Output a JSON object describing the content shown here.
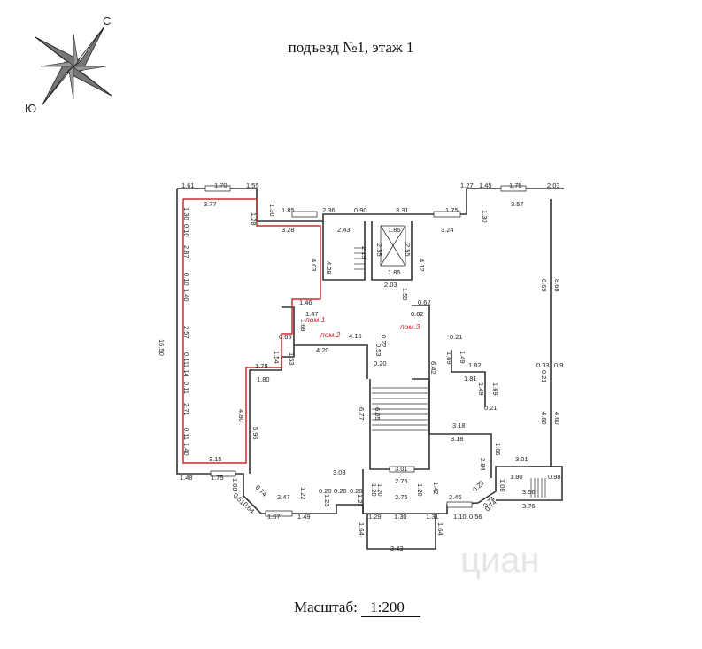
{
  "title": "подъезд №1, этаж 1",
  "compass": {
    "north": "С",
    "south": "Ю"
  },
  "scale": {
    "label": "Масштаб:",
    "value": "1:200"
  },
  "watermark": "циан",
  "rooms": [
    "пом.1",
    "пом.2",
    "пом.3"
  ],
  "dimensions": {
    "d1": "1.61",
    "d2": "1.70",
    "d3": "1.55",
    "d4": "1.30",
    "d5": "1.85",
    "d6": "2.36",
    "d7": "0.90",
    "d8": "3.31",
    "d9": "1.75",
    "d10": "1.27",
    "d11": "1.45",
    "d12": "1.75",
    "d13": "2.03",
    "d14": "3.77",
    "d15": "1.28",
    "d16": "3.28",
    "d17": "2.43",
    "d18": "3.24",
    "d19": "1.30",
    "d20": "3.57",
    "d21": "1.85",
    "d22": "2.55",
    "d23": "2.55",
    "d24": "2.19",
    "d25": "4.29",
    "d26": "4.03",
    "d27": "1.85",
    "d28": "4.12",
    "d29": "2.03",
    "d30": "1.59",
    "d31": "0.62",
    "d32": "0.62",
    "d33": "8.69",
    "d34": "8.68",
    "d35": "1.30",
    "d36": "0.10",
    "d37": "2.87",
    "d38": "0.10",
    "d39": "1.40",
    "d40": "2.57",
    "d41": "0.11",
    "d42": "1.14",
    "d43": "0.11",
    "d44": "2.71",
    "d45": "0.11",
    "d46": "1.40",
    "d47": "16.50",
    "d48": "1.46",
    "d49": "1.47",
    "d50": "1.68",
    "d51": "0.65",
    "d52": "4.16",
    "d53": "4.20",
    "d54": "0.22",
    "d55": "0.53",
    "d56": "0.20",
    "d57": "1.54",
    "d58": "1.53",
    "d59": "1.78",
    "d60": "1.80",
    "d61": "0.21",
    "d62": "1.69",
    "d63": "1.49",
    "d64": "1.82",
    "d65": "1.81",
    "d66": "1.49",
    "d67": "1.69",
    "d68": "0.21",
    "d69": "6.42",
    "d70": "0.33",
    "d71": "0.9",
    "d72": "0.21",
    "d73": "4.80",
    "d74": "5.96",
    "d75": "6.77",
    "d76": "6.05",
    "d77": "3.18",
    "d78": "3.18",
    "d79": "1.66",
    "d80": "4.60",
    "d81": "4.60",
    "d82": "3.15",
    "d83": "2.84",
    "d84": "3.01",
    "d85": "1.48",
    "d86": "1.75",
    "d87": "1.08",
    "d88": "3.03",
    "d89": "3.01",
    "d90": "2.75",
    "d91": "1.20",
    "d92": "1.20",
    "d93": "1.42",
    "d94": "2.75",
    "d95": "1.08",
    "d96": "1.80",
    "d97": "0.98",
    "d98": "3.56",
    "d99": "0.74",
    "d100": "2.47",
    "d101": "1.22",
    "d102": "0.20",
    "d103": "0.20",
    "d104": "0.20",
    "d105": "2.46",
    "d106": "0.25",
    "d107": "0.74",
    "d108": "0.51",
    "d109": "0.64",
    "d110": "1.67",
    "d111": "1.49",
    "d112": "1.23",
    "d113": "1.23",
    "d114": "1.29",
    "d115": "1.30",
    "d116": "1.31",
    "d117": "1.10",
    "d118": "0.56",
    "d119": "0.74",
    "d120": "3.76",
    "d121": "1.64",
    "d122": "1.64",
    "d123": "3.43",
    "d124": "1.20"
  }
}
